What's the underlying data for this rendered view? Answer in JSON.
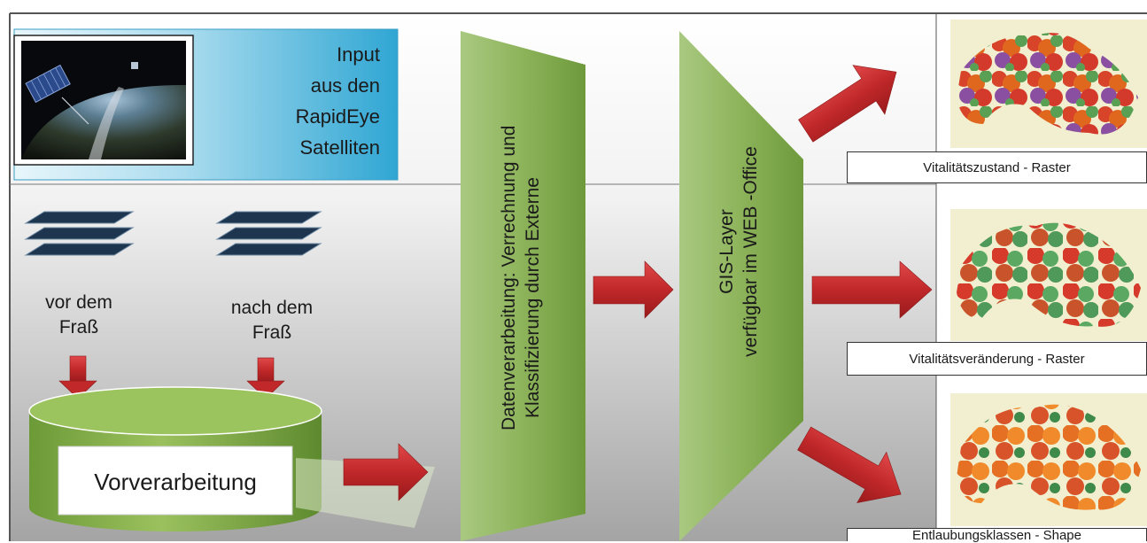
{
  "input_box": {
    "lines": [
      "Input",
      "aus den",
      "RapidEye",
      "Satelliten"
    ]
  },
  "before": {
    "lines": [
      "vor dem",
      "Fraß"
    ]
  },
  "after": {
    "lines": [
      "nach dem",
      "Fraß"
    ]
  },
  "preprocessing": {
    "label": "Vorverarbeitung"
  },
  "processing": {
    "lines": [
      "Datenverarbeitung: Verrechnung und",
      "Klassifizierung durch Externe"
    ]
  },
  "gis": {
    "lines": [
      "GIS-Layer",
      "verfügbar im WEB -Office"
    ]
  },
  "outputs": [
    {
      "caption": "Vitalitätszustand - Raster"
    },
    {
      "caption": "Vitalitätsveränderung - Raster"
    },
    {
      "caption": "Entlaubungsklassen - Shape"
    }
  ],
  "colors": {
    "green_funnel": "#8fb55a",
    "arrow_red": "#c0282a",
    "layer_icon": "#1e3550",
    "input_box_blue": "#4fb6d9"
  },
  "icons": [
    "satellite-image",
    "layer-stack-icon",
    "arrow-down-icon",
    "arrow-right-icon"
  ]
}
